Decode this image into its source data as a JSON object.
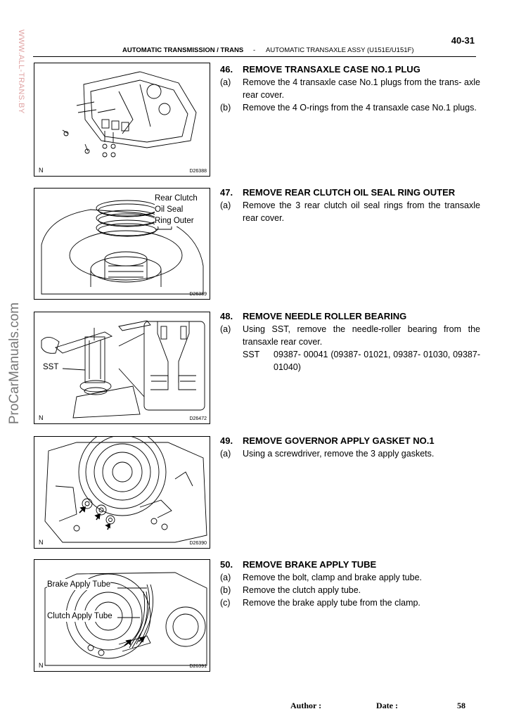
{
  "page_number": "40-31",
  "header": {
    "section": "AUTOMATIC TRANSMISSION / TRANS",
    "separator": "-",
    "subsection": "AUTOMATIC TRANSAXLE ASSY (U151E/U151F)"
  },
  "watermarks": {
    "top": "WWW.ALL-TRANS.BY",
    "side": "ProCarManuals.com"
  },
  "figures": [
    {
      "code": "D26388",
      "mark": "N",
      "labels": []
    },
    {
      "code": "D26389",
      "mark": "",
      "labels": [
        "Rear Clutch",
        "Oil Seal",
        "Ring Outer"
      ]
    },
    {
      "code": "D26472",
      "mark": "N",
      "labels": [
        "SST"
      ]
    },
    {
      "code": "D26390",
      "mark": "N",
      "labels": []
    },
    {
      "code": "D26391",
      "mark": "N",
      "labels": [
        "Brake Apply Tube",
        "Clutch Apply Tube"
      ]
    }
  ],
  "steps": [
    {
      "number": "46.",
      "title": "REMOVE TRANSAXLE CASE NO.1 PLUG",
      "items": [
        {
          "letter": "(a)",
          "text": "Remove the 4 transaxle case No.1 plugs from the trans- axle rear cover."
        },
        {
          "letter": "(b)",
          "text": "Remove the 4 O-rings from the 4 transaxle case No.1 plugs."
        }
      ]
    },
    {
      "number": "47.",
      "title": "REMOVE REAR CLUTCH OIL SEAL RING OUTER",
      "items": [
        {
          "letter": "(a)",
          "text": "Remove the 3 rear clutch oil seal rings from the transaxle rear cover."
        }
      ]
    },
    {
      "number": "48.",
      "title": "REMOVE NEEDLE ROLLER BEARING",
      "items": [
        {
          "letter": "(a)",
          "text": "Using SST, remove the needle-roller bearing from the transaxle rear cover."
        }
      ],
      "sst_label": "SST",
      "sst_text": "09387- 00041 (09387- 01021, 09387- 01030, 09387-01040)"
    },
    {
      "number": "49.",
      "title": "REMOVE GOVERNOR APPLY GASKET NO.1",
      "items": [
        {
          "letter": "(a)",
          "text": "Using a screwdriver, remove the 3 apply gaskets."
        }
      ]
    },
    {
      "number": "50.",
      "title": "REMOVE BRAKE APPLY TUBE",
      "items": [
        {
          "letter": "(a)",
          "text": "Remove the bolt, clamp and brake apply tube."
        },
        {
          "letter": "(b)",
          "text": "Remove the clutch apply tube."
        },
        {
          "letter": "(c)",
          "text": "Remove the brake apply tube from the clamp."
        }
      ]
    }
  ],
  "footer": {
    "author_label": "Author :",
    "date_label": "Date :",
    "page": "58"
  }
}
